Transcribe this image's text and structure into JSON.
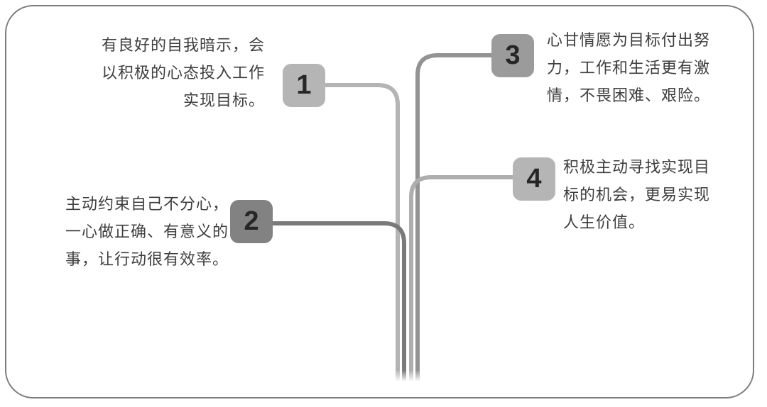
{
  "diagram": {
    "background_color": "#ffffff",
    "border_color": "#7d7d7d",
    "text_color": "#3e3e3e",
    "number_color": "#262626",
    "items": [
      {
        "number": "1",
        "badge_color": "#b5b5b5",
        "line_color": "#b4b4b4",
        "text": "有良好的自我暗示，会以积极的心态投入工作实现目标。",
        "text_lines": [
          "有良好的自我暗示，会",
          "以积极的心态投入工作",
          "实现目标。"
        ]
      },
      {
        "number": "2",
        "badge_color": "#828282",
        "line_color": "#7a7a7a",
        "text": "主动约束自己不分心，一心做正确、有意义的事，让行动很有效率。",
        "text_lines": [
          "主动约束自己不分心，",
          "一心做正确、有意义的",
          "事，让行动很有效率。"
        ]
      },
      {
        "number": "3",
        "badge_color": "#9b9b9b",
        "line_color": "#939393",
        "text": "心甘情愿为目标付出努力，工作和生活更有激情，不畏困难、艰险。",
        "text_lines": [
          "心甘情愿为目标付出努",
          "力，工作和生活更有激",
          "情，不畏困难、艰险。"
        ]
      },
      {
        "number": "4",
        "badge_color": "#b5b5b5",
        "line_color": "#aeaeae",
        "text": "积极主动寻找实现目标的机会，更易实现人生价值。",
        "text_lines": [
          "积极主动寻找实现目",
          "标的机会，更易实现",
          "人生价值。"
        ]
      }
    ]
  }
}
